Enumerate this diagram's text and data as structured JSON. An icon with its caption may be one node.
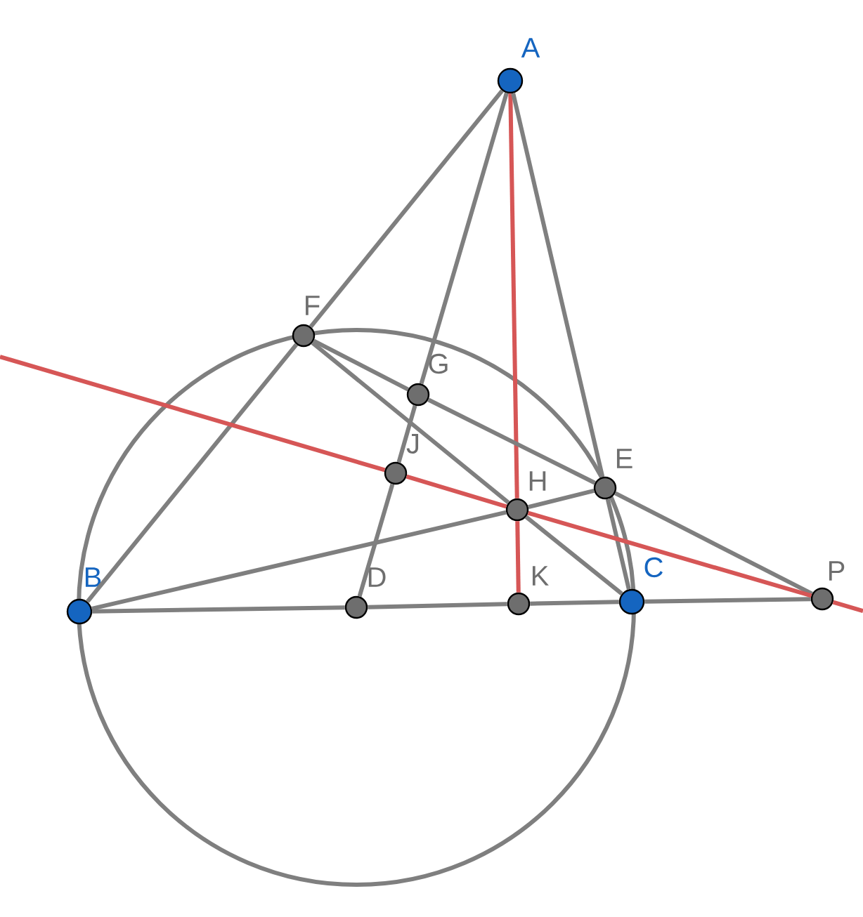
{
  "diagram": {
    "nodes": [
      {
        "text": [],
        "shape": "circle",
        "beside": [
          "A"
        ]
      },
      {
        "text": [],
        "shape": "circle",
        "beside": [
          "B"
        ]
      },
      {
        "text": [],
        "shape": "circle",
        "beside": [
          "C"
        ]
      },
      {
        "text": [],
        "shape": "circle",
        "beside": [
          "D"
        ]
      },
      {
        "text": [],
        "shape": "circle",
        "beside": [
          "E"
        ]
      },
      {
        "text": [],
        "shape": "circle",
        "beside": [
          "F"
        ]
      },
      {
        "text": [],
        "shape": "circle",
        "beside": [
          "G"
        ]
      },
      {
        "text": [],
        "shape": "circle",
        "beside": [
          "H"
        ]
      },
      {
        "text": [],
        "shape": "circle",
        "beside": [
          "J"
        ]
      },
      {
        "text": [],
        "shape": "circle",
        "beside": [
          "K"
        ]
      },
      {
        "text": [],
        "shape": "circle",
        "beside": [
          "P"
        ]
      }
    ],
    "edges": [
      {
        "from": 0,
        "to": 5,
        "arrow": "none"
      },
      {
        "from": 5,
        "to": 1,
        "arrow": "none"
      },
      {
        "from": 0,
        "to": 6,
        "arrow": "none"
      },
      {
        "from": 6,
        "to": 8,
        "arrow": "none"
      },
      {
        "from": 8,
        "to": 3,
        "arrow": "none"
      },
      {
        "from": 0,
        "to": 7,
        "arrow": "none",
        "color": "#d65656"
      },
      {
        "from": 7,
        "to": 9,
        "arrow": "none",
        "color": "#d65656"
      },
      {
        "from": 0,
        "to": 4,
        "arrow": "none"
      },
      {
        "from": 4,
        "to": 2,
        "arrow": "none"
      },
      {
        "from": 5,
        "to": 6,
        "arrow": "none"
      },
      {
        "from": 6,
        "to": 4,
        "arrow": "none"
      },
      {
        "from": 4,
        "to": 10,
        "arrow": "none"
      },
      {
        "from": 5,
        "to": 7,
        "arrow": "none"
      },
      {
        "from": 7,
        "to": 2,
        "arrow": "none"
      },
      {
        "from": 1,
        "to": 7,
        "arrow": "none"
      },
      {
        "from": 7,
        "to": 4,
        "arrow": "none"
      },
      {
        "from": 1,
        "to": 3,
        "arrow": "none"
      },
      {
        "from": 3,
        "to": 9,
        "arrow": "none"
      },
      {
        "from": 9,
        "to": 2,
        "arrow": "none"
      },
      {
        "from": 2,
        "to": 10,
        "arrow": "none"
      },
      {
        "from": null,
        "to": 8,
        "arrow": "none",
        "color": "#d65656"
      },
      {
        "from": 8,
        "to": 7,
        "arrow": "none",
        "color": "#d65656"
      },
      {
        "from": 7,
        "to": 10,
        "arrow": "none",
        "color": "#d65656"
      },
      {
        "from": 10,
        "to": null,
        "arrow": "none",
        "color": "#d65656"
      }
    ]
  }
}
